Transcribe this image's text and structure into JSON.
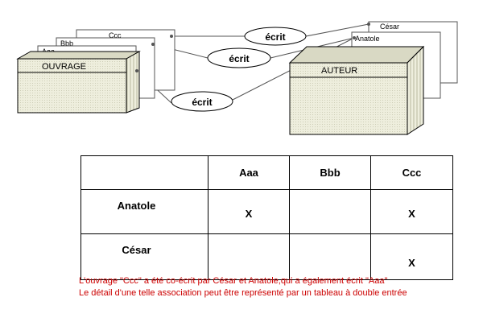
{
  "diagram": {
    "entity_left": {
      "label": "OUVRAGE",
      "cards": [
        "Aaa",
        "Bbb",
        "Ccc"
      ]
    },
    "entity_right": {
      "label": "AUTEUR",
      "cards": [
        "César",
        "Anatole"
      ]
    },
    "relations": [
      "écrit",
      "écrit",
      "écrit"
    ]
  },
  "table": {
    "columns": [
      "",
      "Aaa",
      "Bbb",
      "Ccc"
    ],
    "rows": [
      {
        "label": "Anatole",
        "cells": [
          "X",
          "",
          "X"
        ]
      },
      {
        "label": "César",
        "cells": [
          "",
          "",
          "X"
        ]
      }
    ]
  },
  "notes": [
    "L'ouvrage \"Ccc\" a été co-écrit par César et Anatole,qui a également écrit \"Aaa\"",
    "Le détail d'une telle association peut être représenté par un tableau à double entrée"
  ],
  "colors": {
    "note_text": "#cc0000",
    "box_fill": "#eeeedd",
    "line": "#000000"
  }
}
